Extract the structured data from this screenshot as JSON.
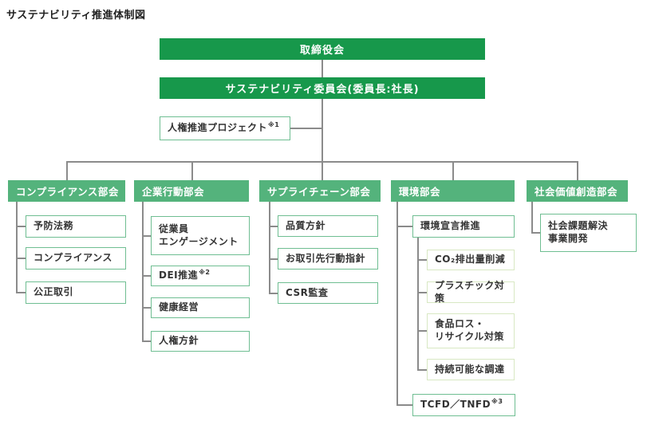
{
  "title": "サステナビリティ推進体制図",
  "colors": {
    "dark_green": "#17984b",
    "header_green": "#54b37c",
    "item_border_green": "#6fbe92",
    "subitem_border_green": "#d8e8c3",
    "connector_gray": "#8b8b8b",
    "text_dark": "#333333"
  },
  "board": {
    "label": "取締役会"
  },
  "committee": {
    "label": "サステナビリティ委員会(委員長:社長)"
  },
  "project": {
    "label": "人権推進プロジェクト",
    "note": "※1"
  },
  "columns": [
    {
      "header": "コンプライアンス部会",
      "items": [
        {
          "label": "予防法務"
        },
        {
          "label": "コンプライアンス"
        },
        {
          "label": "公正取引"
        }
      ]
    },
    {
      "header": "企業行動部会",
      "items": [
        {
          "label": "従業員\nエンゲージメント"
        },
        {
          "label": "DEI推進",
          "note": "※2"
        },
        {
          "label": "健康経営"
        },
        {
          "label": "人権方針"
        }
      ]
    },
    {
      "header": "サプライチェーン部会",
      "items": [
        {
          "label": "品質方針"
        },
        {
          "label": "お取引先行動指針"
        },
        {
          "label": "CSR監査"
        }
      ]
    },
    {
      "header": "環境部会",
      "items": [
        {
          "label": "環境宣言推進"
        },
        {
          "label": "TCFD／TNFD",
          "note": "※3"
        }
      ],
      "subitems": [
        {
          "label": "CO₂排出量削減"
        },
        {
          "label": "プラスチック対策"
        },
        {
          "label": "食品ロス・\nリサイクル対策"
        },
        {
          "label": "持続可能な調達"
        }
      ]
    },
    {
      "header": "社会価値創造部会",
      "items": [
        {
          "label": "社会課題解決\n事業開発"
        }
      ]
    }
  ]
}
